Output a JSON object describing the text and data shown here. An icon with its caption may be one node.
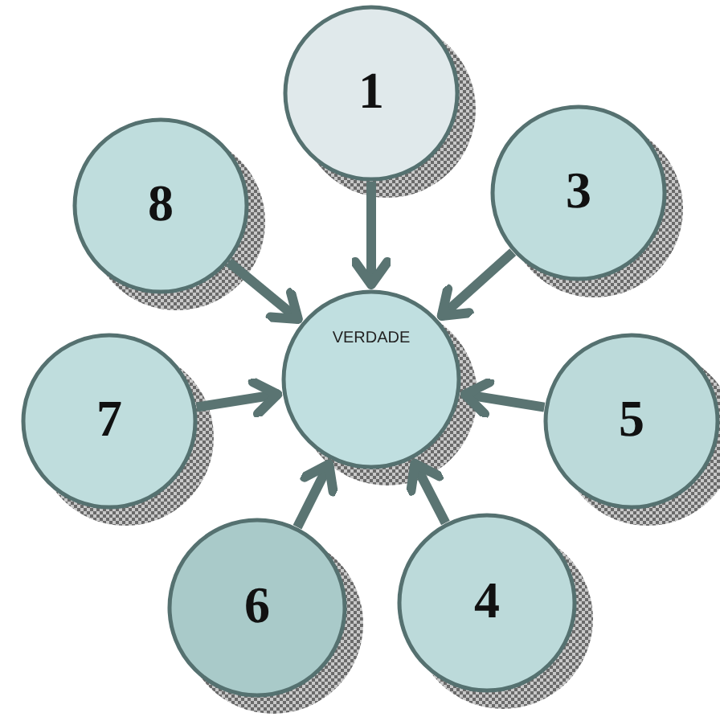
{
  "diagram": {
    "nodes": [
      {
        "text": [
          "1"
        ]
      },
      {
        "text": [
          "8"
        ]
      },
      {
        "text": [
          "3"
        ]
      },
      {
        "text": [
          "VERDADE"
        ]
      },
      {
        "text": [
          "7"
        ]
      },
      {
        "text": [
          "5"
        ]
      },
      {
        "text": [
          "6"
        ]
      },
      {
        "text": [
          "4"
        ]
      }
    ],
    "edges": [
      {
        "from": 0,
        "to": 3,
        "arrow": "to"
      },
      {
        "from": 1,
        "to": 3,
        "arrow": "to"
      },
      {
        "from": 2,
        "to": 3,
        "arrow": "to"
      },
      {
        "from": 4,
        "to": 3,
        "arrow": "to"
      },
      {
        "from": 5,
        "to": 3,
        "arrow": "to"
      },
      {
        "from": 6,
        "to": 3,
        "arrow": "to"
      },
      {
        "from": 7,
        "to": 3,
        "arrow": "to"
      }
    ]
  }
}
